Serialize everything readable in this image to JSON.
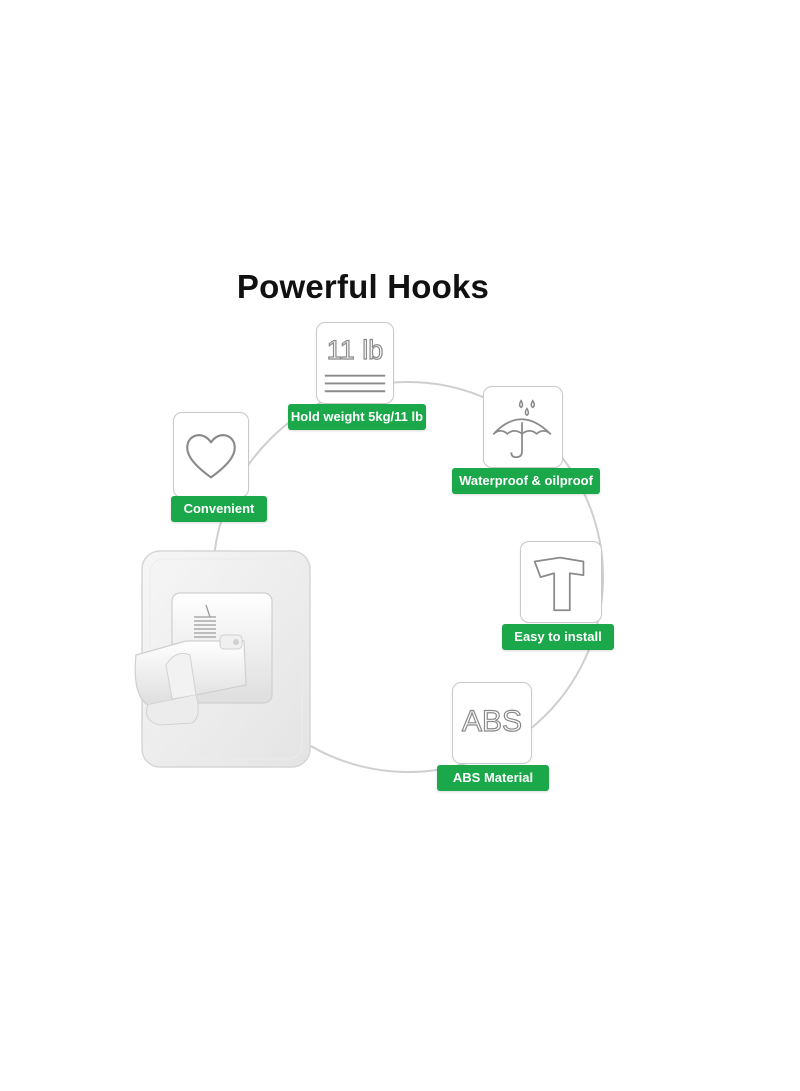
{
  "title": "Powerful Hooks",
  "features": {
    "weight": {
      "icon_text": "11 lb",
      "label": "Hold weight 5kg/11 lb"
    },
    "convenient": {
      "label": "Convenient"
    },
    "waterproof": {
      "label": "Waterproof & oilproof"
    },
    "install": {
      "label": "Easy to install"
    },
    "material": {
      "icon_text": "ABS",
      "label": "ABS Material"
    }
  },
  "colors": {
    "badge": "#1aa84a",
    "ring": "#cfcfcf",
    "icon_stroke": "#8a8a8a"
  },
  "icons": [
    "heart-icon",
    "umbrella-icon",
    "hammer-icon",
    "weight-scale-icon",
    "abs-icon"
  ]
}
